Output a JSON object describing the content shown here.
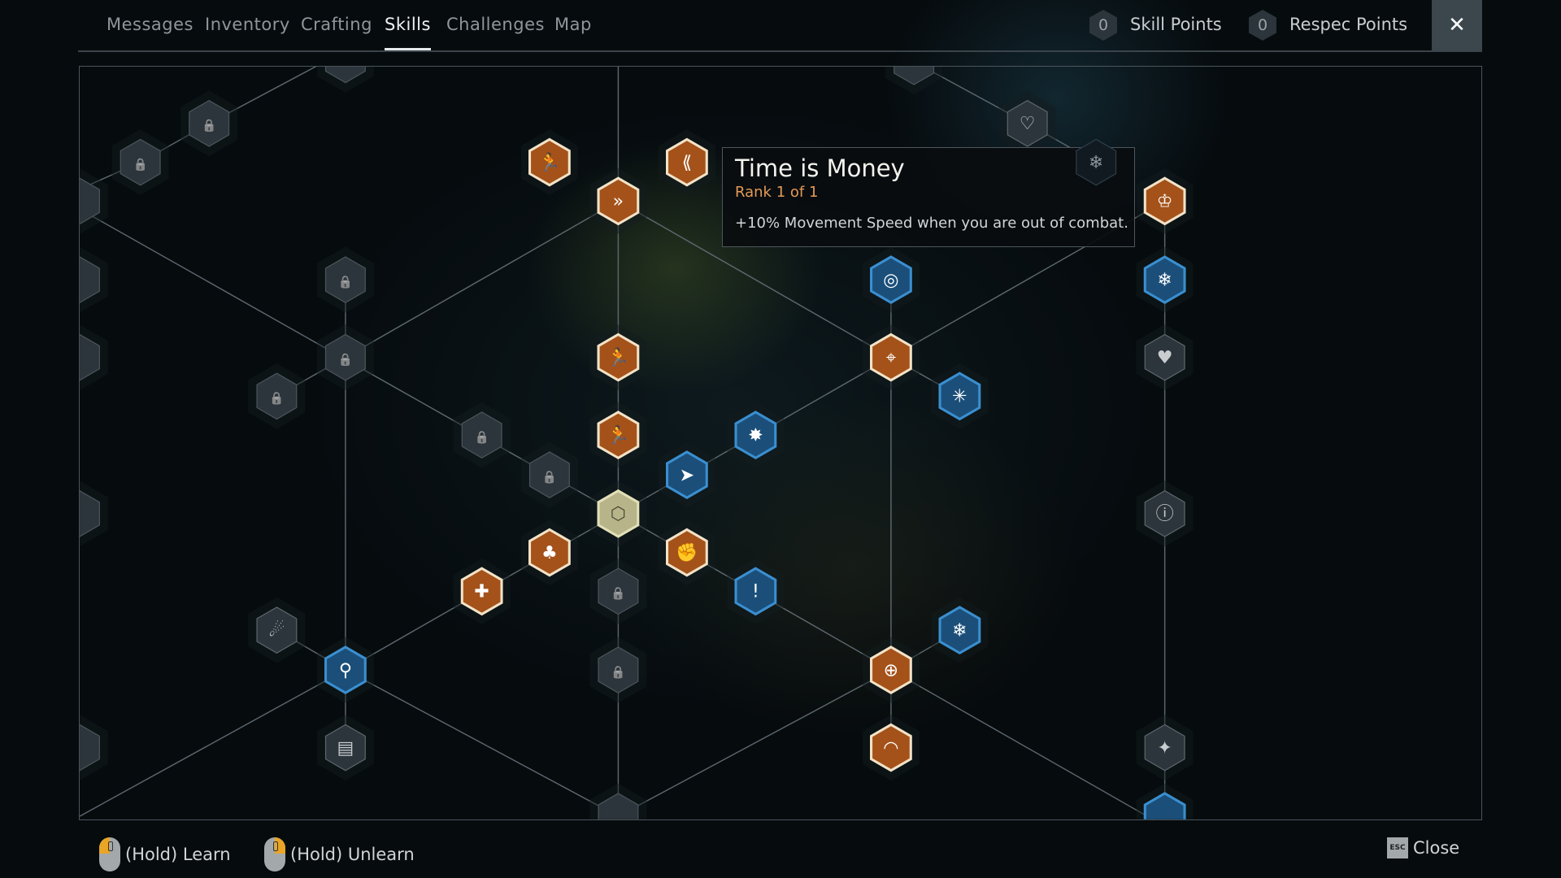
{
  "header": {
    "tabs": [
      {
        "label": "Messages",
        "active": false
      },
      {
        "label": "Inventory",
        "active": false
      },
      {
        "label": "Crafting",
        "active": false
      },
      {
        "label": "Skills",
        "active": true
      },
      {
        "label": "Challenges",
        "active": false
      },
      {
        "label": "Map",
        "active": false
      }
    ],
    "skill_points": {
      "value": "0",
      "label": "Skill Points"
    },
    "respec_points": {
      "value": "0",
      "label": "Respec Points"
    },
    "close_label": "✕"
  },
  "tooltip": {
    "title": "Time is Money",
    "rank": "Rank 1 of 1",
    "description": "+10% Movement Speed when you are out of combat."
  },
  "footer": {
    "learn": "(Hold) Learn",
    "unlearn": "(Hold) Unlearn",
    "esc_key": "ESC",
    "close": "Close"
  },
  "colors": {
    "learned": "#a4521a",
    "available": "#1f5c8c",
    "locked": "#2c353b",
    "center": "#b7b48a"
  }
}
